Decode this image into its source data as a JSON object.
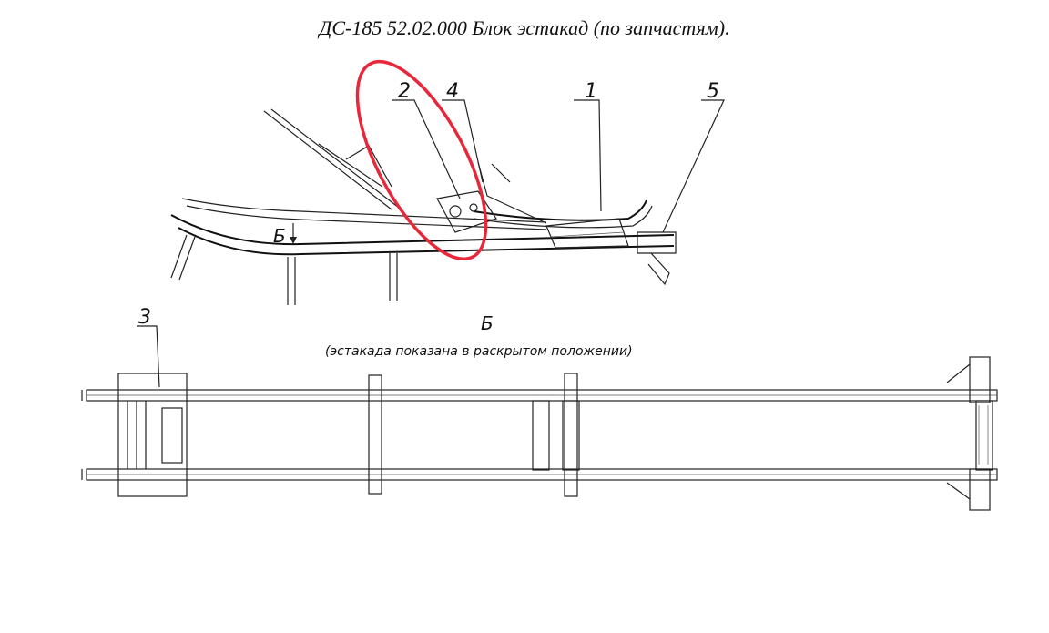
{
  "drawing": {
    "title": "ДС-185 52.02.000 Блок эстакад (по запчастям).",
    "view_label": "Б",
    "view_caption": "(эстакада показана в раскрытом положении)",
    "arrow_label": "Б",
    "callouts": [
      "1",
      "2",
      "3",
      "4",
      "5"
    ],
    "highlight_color": "#e8283a",
    "line_color": "#222222"
  }
}
